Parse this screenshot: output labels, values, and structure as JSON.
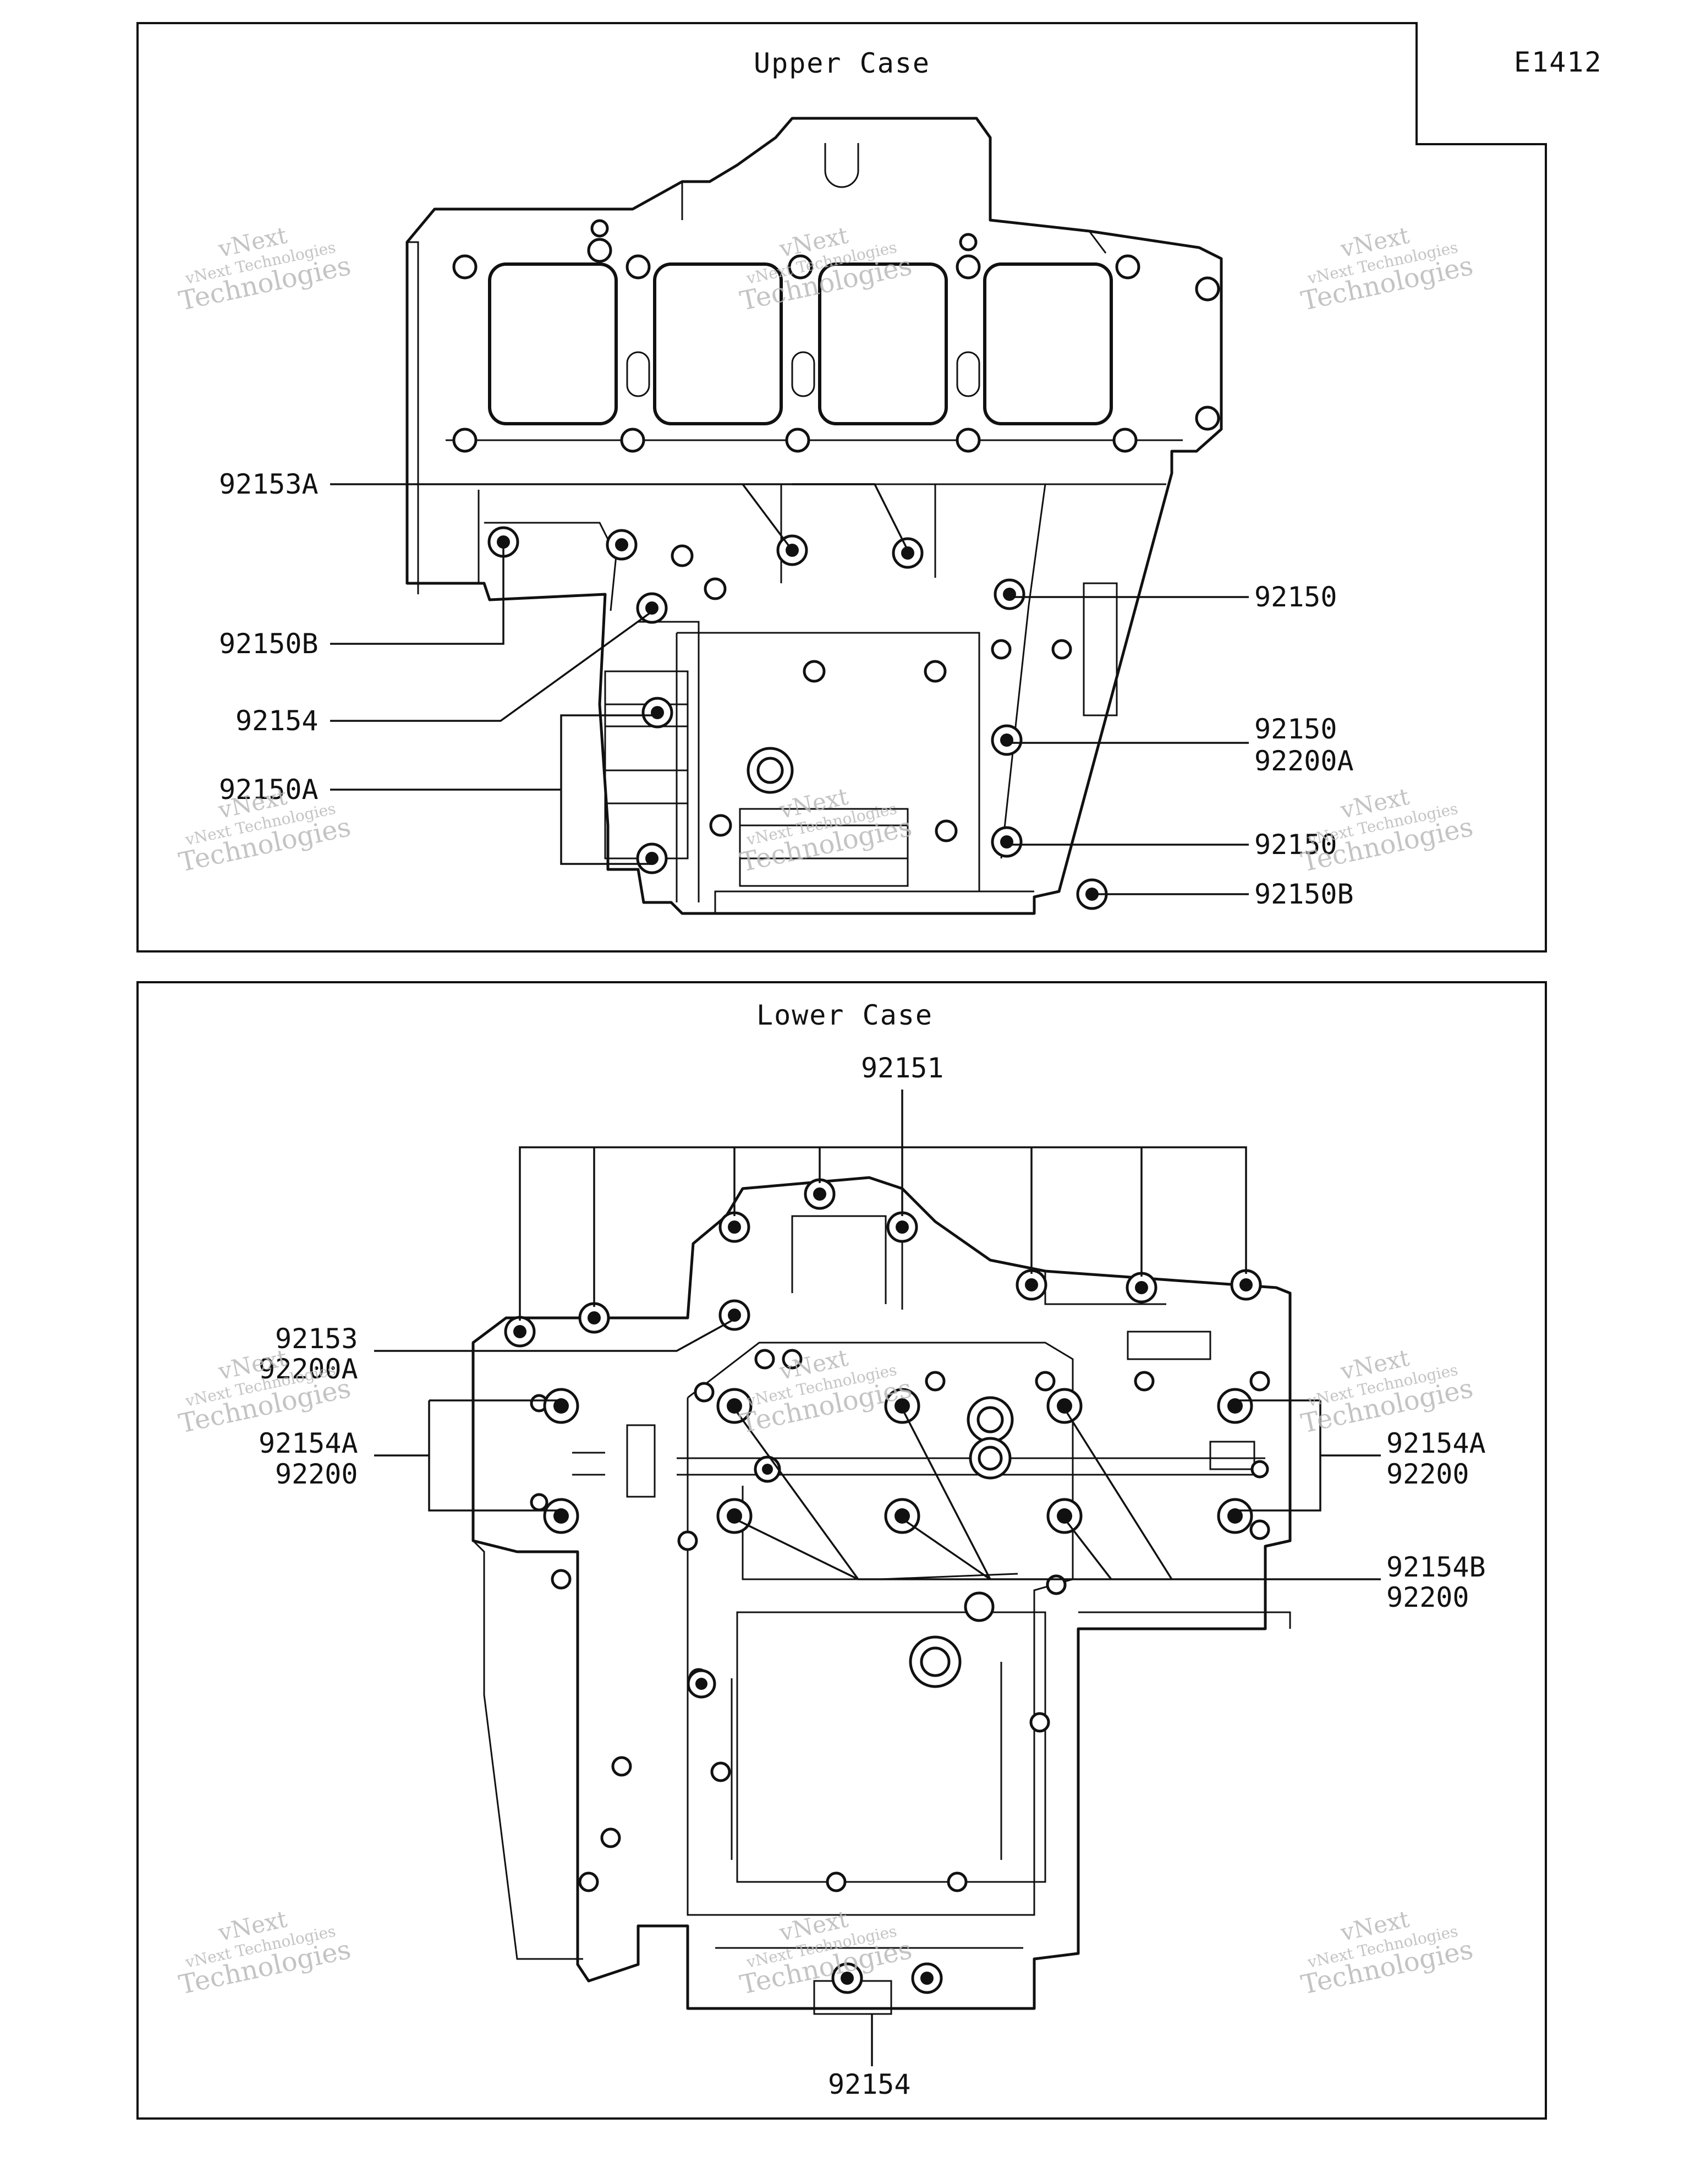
{
  "diagram_code": "E1412",
  "upper_case": {
    "title": "Upper Case",
    "callouts": {
      "c_92153A": "92153A",
      "c_92150B_left": "92150B",
      "c_92154": "92154",
      "c_92150A": "92150A",
      "c_92150_top": "92150",
      "c_92150_mid": "92150",
      "c_92200A": "92200A",
      "c_92150_low": "92150",
      "c_92150B_right": "92150B"
    }
  },
  "lower_case": {
    "title": "Lower Case",
    "callouts": {
      "c_92151": "92151",
      "c_92153": "92153",
      "c_92200A": "92200A",
      "c_92154A_left": "92154A",
      "c_92200_left": "92200",
      "c_92154A_right": "92154A",
      "c_92200_right": "92200",
      "c_92154B": "92154B",
      "c_92200_rb": "92200",
      "c_92154_bottom": "92154"
    }
  },
  "watermark": {
    "line1": "vNext",
    "line2": "vNext Technologies",
    "line3": "Technologies"
  }
}
